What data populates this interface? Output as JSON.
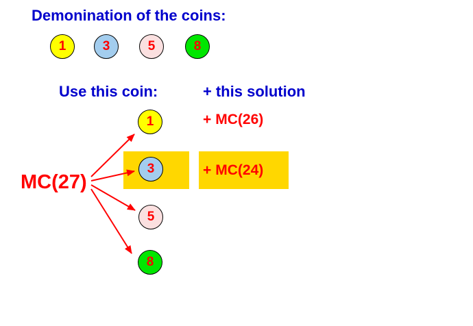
{
  "title": "Demonination of the coins:",
  "coins": [
    {
      "label": "1",
      "color": "#ffff00"
    },
    {
      "label": "3",
      "color": "#a3cdee"
    },
    {
      "label": "5",
      "color": "#fbe0e0"
    },
    {
      "label": "8",
      "color": "#00e600"
    }
  ],
  "column_heads": {
    "use_coin": "Use this coin:",
    "plus": "+",
    "this_solution": "this solution"
  },
  "root": "MC(27)",
  "branches": [
    {
      "coin": "1",
      "color": "#ffff00",
      "plus": "+",
      "solution": "MC(26)",
      "highlighted": false
    },
    {
      "coin": "3",
      "color": "#a3cdee",
      "plus": "+",
      "solution": "MC(24)",
      "highlighted": true
    },
    {
      "coin": "5",
      "color": "#fbe0e0",
      "plus": "",
      "solution": "",
      "highlighted": false
    },
    {
      "coin": "8",
      "color": "#00e600",
      "plus": "",
      "solution": "",
      "highlighted": false
    }
  ],
  "colors": {
    "heading": "#0000cc",
    "accent": "#ff0000",
    "highlight": "#ffd700"
  }
}
